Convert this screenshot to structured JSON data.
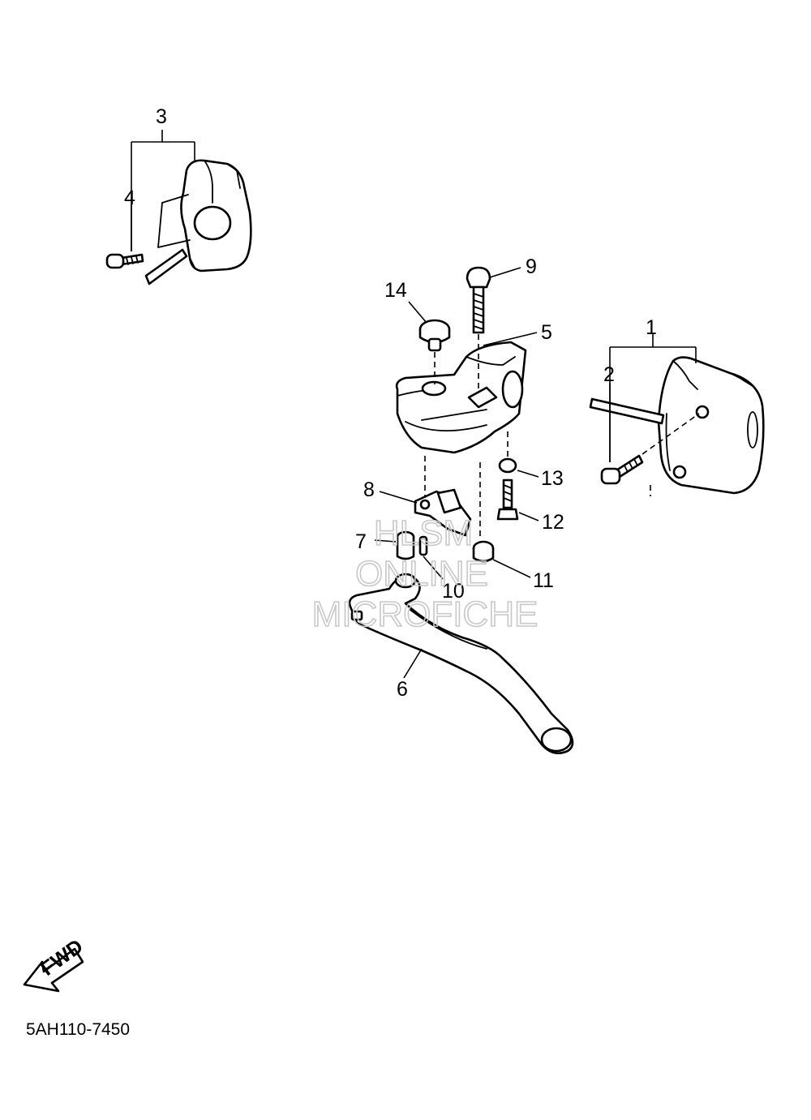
{
  "callouts": [
    "1",
    "2",
    "3",
    "4",
    "5",
    "6",
    "7",
    "8",
    "9",
    "10",
    "11",
    "12",
    "13",
    "14"
  ],
  "watermark": [
    "HLSM",
    "ONLINE",
    "MICROFICHE"
  ],
  "fwd_label": "FWD",
  "diagram_code": "5AH110-7450"
}
